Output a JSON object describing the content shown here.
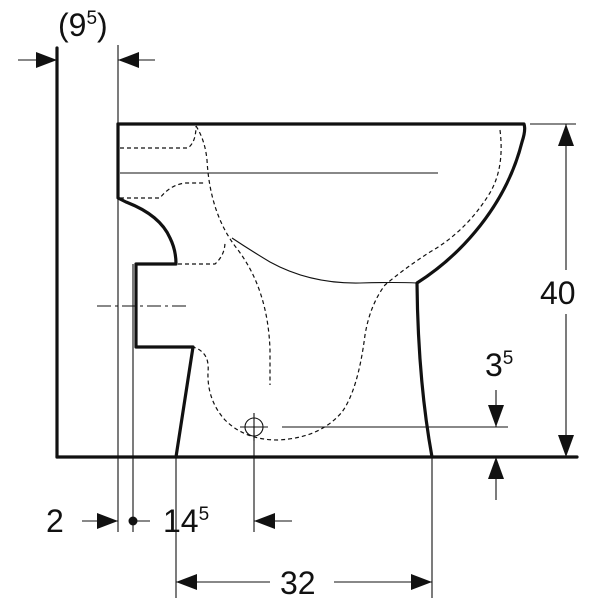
{
  "dimensions": {
    "wall_clearance": {
      "base": "(9",
      "exp": "5",
      "close": ")"
    },
    "height": {
      "base": "40"
    },
    "outlet_height": {
      "base": "3",
      "exp": "5"
    },
    "gap": {
      "base": "2"
    },
    "outlet_offset": {
      "base": "14",
      "exp": "5"
    },
    "depth": {
      "base": "32"
    }
  }
}
